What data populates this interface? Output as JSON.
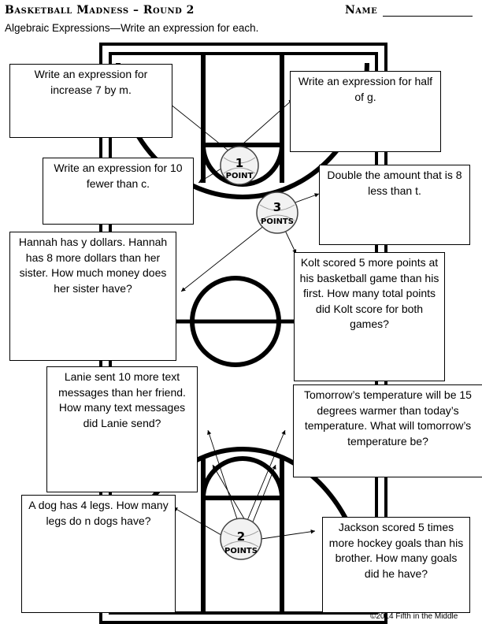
{
  "header": {
    "title": "Basketball Madness – Round 2",
    "name_label": "Name",
    "instructions": "Algebraic Expressions—Write an expression for each."
  },
  "badges": {
    "one": {
      "number": "1",
      "word": "POINT"
    },
    "two": {
      "number": "2",
      "word": "POINTS"
    },
    "three": {
      "number": "3",
      "word": "POINTS"
    }
  },
  "problems": [
    {
      "text": "Write an expression for increase 7 by m."
    },
    {
      "text": "Write an expression for half of g."
    },
    {
      "text": "Write an expression for 10 fewer than c."
    },
    {
      "text": "Double the amount that is 8 less than t."
    },
    {
      "text": "Hannah has y dollars. Hannah has 8 more dollars than her sister. How much money does her sister have?"
    },
    {
      "text": "Kolt scored 5 more points at his basketball game than his first. How many total points did Kolt score for both games?"
    },
    {
      "text": "Lanie sent 10 more text messages than her friend. How many text messages did Lanie send?"
    },
    {
      "text": "Tomorrow’s temperature will be 15 degrees warmer than today’s temperature. What will tomorrow’s temperature be?"
    },
    {
      "text": "A dog has 4 legs. How many legs do n dogs have?"
    },
    {
      "text": "Jackson scored 5 times more hockey goals than his brother. How many goals did he have?"
    }
  ],
  "footer": {
    "copyright": "©2014 Fifth in the Middle"
  }
}
